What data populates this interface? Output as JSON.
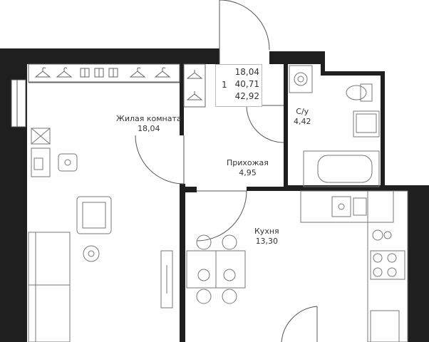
{
  "summary": {
    "rooms": "1",
    "living_area": "18,04",
    "area": "40,71",
    "total_area": "42,92"
  },
  "rooms": {
    "living": {
      "name": "Жилая комната",
      "area": "18,04"
    },
    "bathroom": {
      "name": "С/у",
      "area": "4,42"
    },
    "hallway": {
      "name": "Прихожая",
      "area": "4,95"
    },
    "kitchen": {
      "name": "Кухня",
      "area": "13,30"
    }
  },
  "colors": {
    "wall": "#1f1f1f",
    "line": "#555555",
    "furniture": "#777777"
  }
}
